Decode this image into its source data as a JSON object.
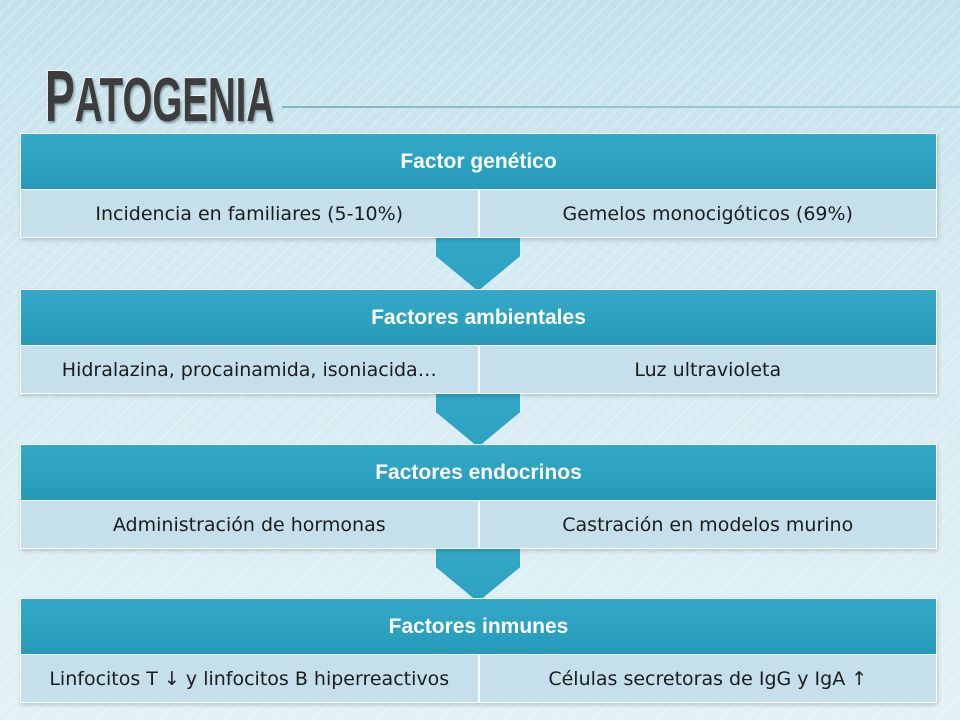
{
  "slide": {
    "title": "PATOGENIA"
  },
  "diagram": {
    "blocks": [
      {
        "header": "Factor genético",
        "items": [
          "Incidencia en familiares (5-10%)",
          "Gemelos monocigóticos (69%)"
        ]
      },
      {
        "header": "Factores ambientales",
        "items": [
          "Hidralazina, procainamida, isoniacida…",
          "Luz ultravioleta"
        ]
      },
      {
        "header": "Factores endocrinos",
        "items": [
          "Administración de hormonas",
          "Castración en modelos murino"
        ]
      },
      {
        "header": "Factores inmunes",
        "items": [
          "Linfocitos T ↓ y linfocitos B hiperreactivos",
          "Células secretoras de IgG y IgA ↑"
        ]
      }
    ],
    "connector_icon": "down-arrow"
  },
  "colors": {
    "header_fill": "#2ca1c0",
    "subrow_fill": "#c6e0eb",
    "title_text": "#3d3d3d",
    "header_text": "#ffffff"
  }
}
